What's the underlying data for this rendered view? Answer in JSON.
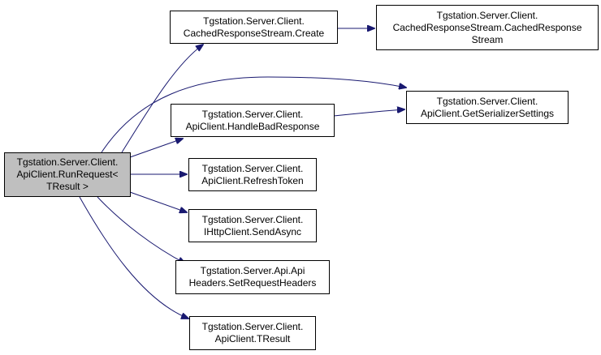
{
  "colors": {
    "edge": "#191970",
    "root_fill": "#bfbfbf",
    "node_fill": "#ffffff",
    "border": "#000000"
  },
  "nodes": {
    "root": "Tgstation.Server.Client.\nApiClient.RunRequest<\nTResult >",
    "cached_create": "Tgstation.Server.Client.\nCachedResponseStream.Create",
    "cached_ctor": "Tgstation.Server.Client.\nCachedResponseStream.CachedResponse\nStream",
    "serializer": "Tgstation.Server.Client.\nApiClient.GetSerializerSettings",
    "bad_response": "Tgstation.Server.Client.\nApiClient.HandleBadResponse",
    "refresh_token": "Tgstation.Server.Client.\nApiClient.RefreshToken",
    "send_async": "Tgstation.Server.Client.\nIHttpClient.SendAsync",
    "set_headers": "Tgstation.Server.Api.Api\nHeaders.SetRequestHeaders",
    "tresult": "Tgstation.Server.Client.\nApiClient.TResult"
  }
}
